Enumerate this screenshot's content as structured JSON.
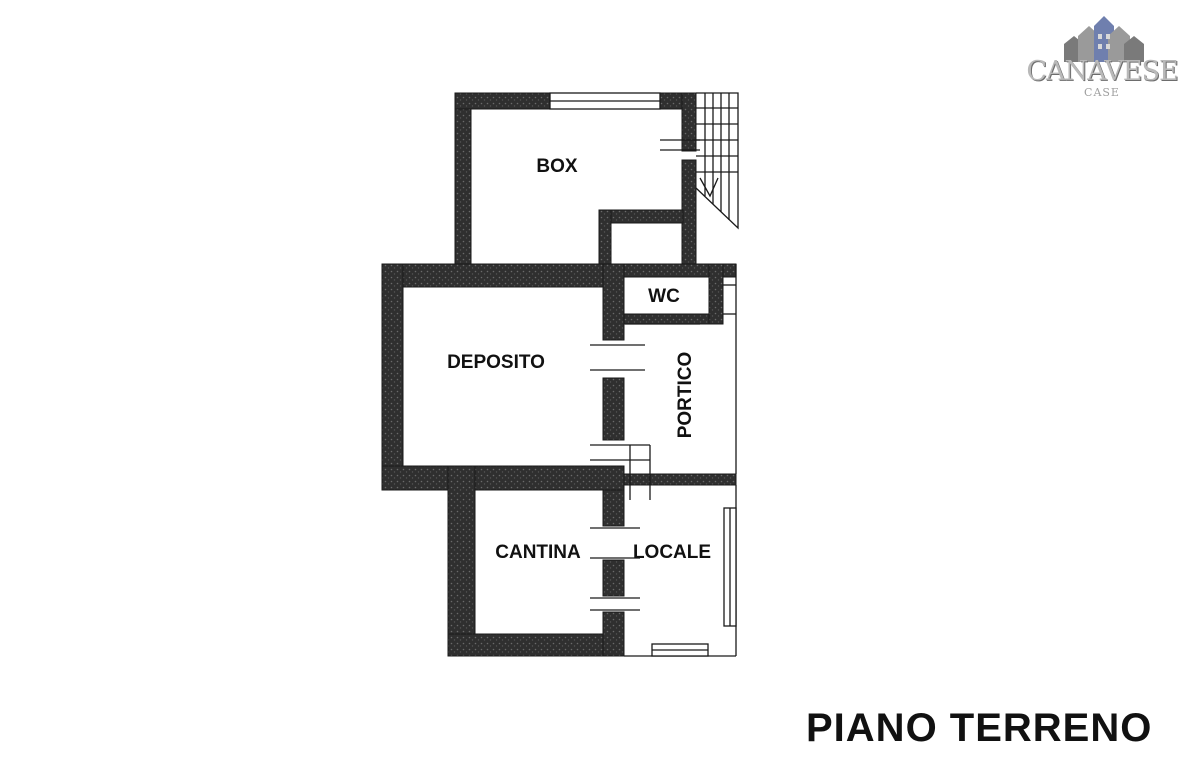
{
  "plan": {
    "floor_title": "PIANO TERRENO",
    "rooms": {
      "box": "BOX",
      "wc": "WC",
      "deposito": "DEPOSITO",
      "portico": "PORTICO",
      "cantina": "CANTINA",
      "locale": "LOCALE"
    },
    "wall_color": "#3a3a3a",
    "line_color": "#1a1a1a"
  },
  "logo": {
    "word": "CANAVESE",
    "sub": "CASE",
    "accent_colors": [
      "#6f7fae",
      "#b9b9b9",
      "#7a7a7a"
    ]
  }
}
